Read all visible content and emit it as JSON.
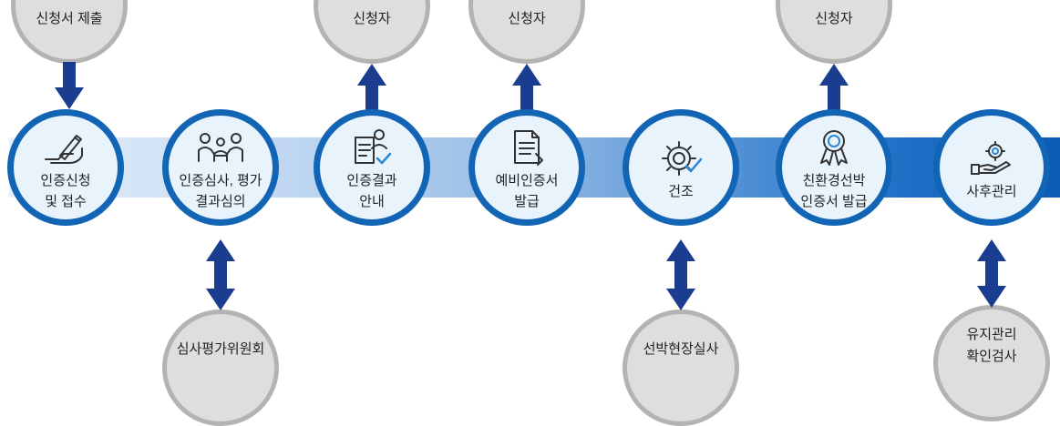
{
  "steps": [
    {
      "label": [
        "인증신청",
        "및 접수"
      ],
      "icon": "hand-writing-icon"
    },
    {
      "label": [
        "인증심사, 평가",
        "결과심의"
      ],
      "icon": "group-meeting-icon"
    },
    {
      "label": [
        "인증결과",
        "안내"
      ],
      "icon": "document-check-person-icon"
    },
    {
      "label": [
        "예비인증서",
        "발급"
      ],
      "icon": "document-icon"
    },
    {
      "label": [
        "건조"
      ],
      "icon": "gear-check-icon"
    },
    {
      "label": [
        "친환경선박",
        "인증서 발급"
      ],
      "icon": "award-badge-icon"
    },
    {
      "label": [
        "사후관리"
      ],
      "icon": "hand-gear-icon"
    }
  ],
  "top_bubbles": [
    {
      "label": "신청서 제출",
      "arrow": "down"
    },
    {
      "label": "신청자",
      "arrow": "up"
    },
    {
      "label": "신청자",
      "arrow": "up"
    },
    {
      "label": "신청자",
      "arrow": "up"
    }
  ],
  "bottom_bubbles": [
    {
      "label": "심사평가위원회",
      "arrow": "both"
    },
    {
      "label": "선박현장실사",
      "arrow": "both"
    },
    {
      "label": [
        "유지관리",
        "확인검사"
      ],
      "arrow": "both"
    }
  ],
  "colors": {
    "ring": "#1264b4",
    "arrow": "#1a3d8f",
    "bubble_fill": "#dedede",
    "bubble_border": "#b3b3b3",
    "circle_fill": "#e8f3fc"
  }
}
